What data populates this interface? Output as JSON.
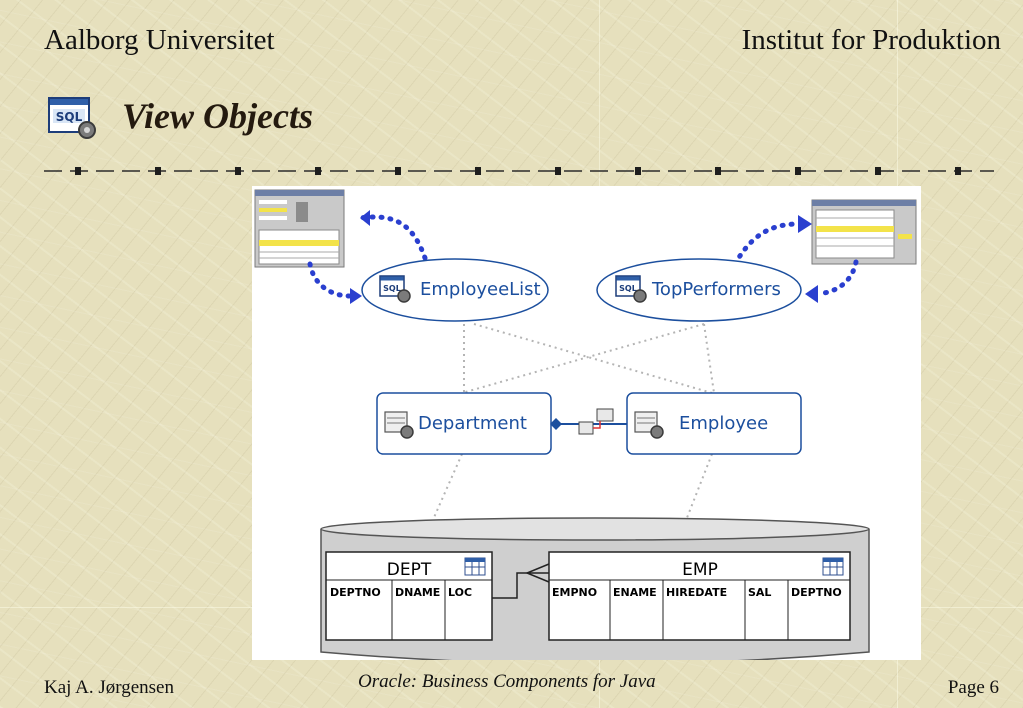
{
  "header": {
    "left": "Aalborg Universitet",
    "right": "Institut for Produktion"
  },
  "title": "View Objects",
  "title_icon": "sql-view-object-icon",
  "figure": {
    "view_objects": [
      "EmployeeList",
      "TopPerformers"
    ],
    "entity_objects": [
      "Department",
      "Employee"
    ],
    "tables": [
      {
        "name": "DEPT",
        "columns": [
          "DEPTNO",
          "DNAME",
          "LOC"
        ]
      },
      {
        "name": "EMP",
        "columns": [
          "EMPNO",
          "ENAME",
          "HIREDATE",
          "SAL",
          "DEPTNO"
        ]
      }
    ],
    "icon_labels": {
      "sql": "SQL"
    }
  },
  "footer": {
    "left": "Kaj A. Jørgensen",
    "center": "Oracle: Business Components for Java",
    "right": "Page 6"
  },
  "colors": {
    "background": "#e6e0bd",
    "diagram_blue": "#1c4f9e",
    "arrow_blue": "#2a3fcf",
    "title": "#241a0f"
  }
}
